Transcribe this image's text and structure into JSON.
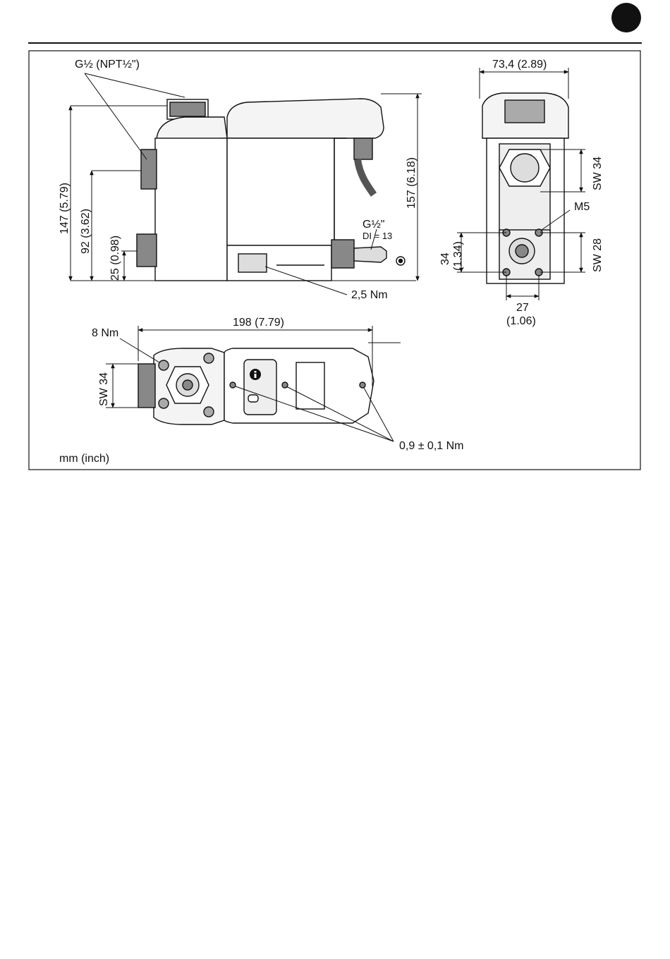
{
  "dims": {
    "inlet_thread": "G½ (NPT½\")",
    "height_total": "147 (5.79)",
    "height_inlet": "92 (3.62)",
    "height_side": "25 (0.98)",
    "height_overall": "157 (6.18)",
    "outlet_thread": "G½\"",
    "outlet_di": "DI = 13",
    "torque_outlet": "2,5 Nm",
    "width_front": "73,4 (2.89)",
    "sw_upper": "SW 34",
    "thread_m5": "M5",
    "sw_lower": "SW 28",
    "hole_spacing_v_mm": "34",
    "hole_spacing_v_in": "(1.34)",
    "hole_spacing_h_mm": "27",
    "hole_spacing_h_in": "(1.06)",
    "length_total": "198 (7.79)",
    "torque_bolts": "8 Nm",
    "sw_top": "SW 34",
    "torque_screws": "0,9 ± 0,1 Nm",
    "units": "mm (inch)"
  },
  "colors": {
    "page_bg": "#ffffff",
    "ink": "#111111",
    "badge": "#111111"
  },
  "icons": {
    "page_badge": "black-circle",
    "info": "info-icon"
  }
}
